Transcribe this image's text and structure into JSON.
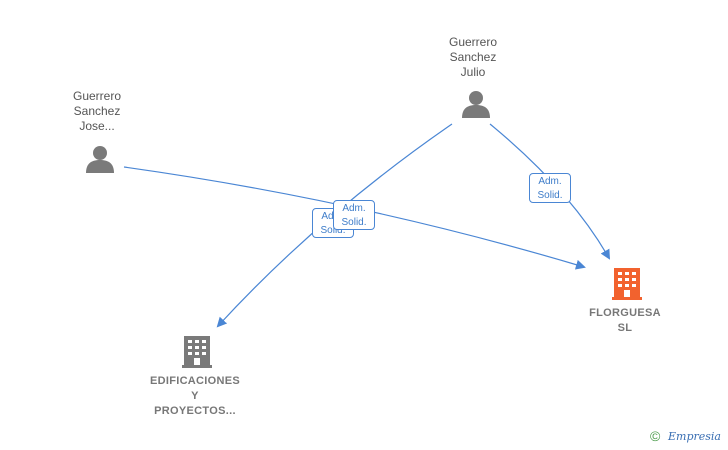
{
  "nodes": {
    "jose": {
      "lines": [
        "Guerrero",
        "Sanchez",
        "Jose..."
      ],
      "type": "person"
    },
    "julio": {
      "lines": [
        "Guerrero",
        "Sanchez",
        "Julio"
      ],
      "type": "person"
    },
    "florguesa": {
      "lines": [
        "FLORGUESA",
        "SL"
      ],
      "type": "company",
      "highlight": true
    },
    "edificaciones": {
      "lines": [
        "EDIFICACIONES",
        "Y",
        "PROYECTOS..."
      ],
      "type": "company"
    }
  },
  "badges": {
    "jose_florguesa": [
      "Adm.",
      "Solid."
    ],
    "julio_edificaciones": [
      "Adm.",
      "Solid."
    ],
    "julio_florguesa": [
      "Adm.",
      "Solid."
    ]
  },
  "colors": {
    "link": "#4a86d4",
    "person_icon": "#7a7a7a",
    "company_icon": "#7a7a7a",
    "company_highlight": "#f2622e"
  },
  "footer": {
    "copyright_symbol": "©",
    "brand": "Empresia"
  }
}
